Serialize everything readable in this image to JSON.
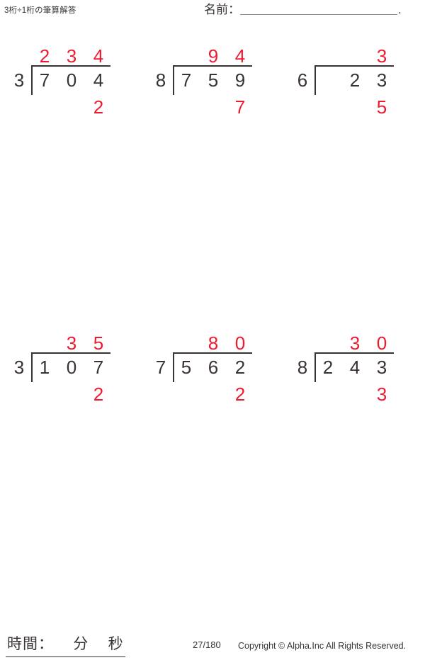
{
  "header": {
    "title": "3桁÷1桁の筆算解答",
    "name_label": "名前：",
    "name_value": "",
    "name_trailing_dot": "."
  },
  "colors": {
    "answer_red": "#ee1b2e",
    "ink_dark": "#3a3333",
    "rule_grey": "#8a8a8a",
    "background": "#ffffff"
  },
  "problems": [
    {
      "index": 1,
      "divisor": "3",
      "dividend_digits": [
        "7",
        "0",
        "4"
      ],
      "quotient_digits": [
        "2",
        "3",
        "4"
      ],
      "remainder": "2",
      "dividend": "704",
      "quotient": "234"
    },
    {
      "index": 2,
      "divisor": "8",
      "dividend_digits": [
        "7",
        "5",
        "9"
      ],
      "quotient_digits": [
        "",
        "9",
        "4"
      ],
      "remainder": "7",
      "dividend": "759",
      "quotient": "94"
    },
    {
      "index": 3,
      "divisor": "6",
      "dividend_digits": [
        "",
        "2",
        "3"
      ],
      "quotient_digits": [
        "",
        "",
        "3"
      ],
      "remainder": "5",
      "dividend": "23",
      "quotient": "3"
    },
    {
      "index": 4,
      "divisor": "3",
      "dividend_digits": [
        "1",
        "0",
        "7"
      ],
      "quotient_digits": [
        "",
        "3",
        "5"
      ],
      "remainder": "2",
      "dividend": "107",
      "quotient": "35"
    },
    {
      "index": 5,
      "divisor": "7",
      "dividend_digits": [
        "5",
        "6",
        "2"
      ],
      "quotient_digits": [
        "",
        "8",
        "0"
      ],
      "remainder": "2",
      "dividend": "562",
      "quotient": "80"
    },
    {
      "index": 6,
      "divisor": "8",
      "dividend_digits": [
        "2",
        "4",
        "3"
      ],
      "quotient_digits": [
        "",
        "3",
        "0"
      ],
      "remainder": "3",
      "dividend": "243",
      "quotient": "30"
    }
  ],
  "footer": {
    "time_label": "時間：    分    秒",
    "page_number": "27/180",
    "copyright": "Copyright © Alpha.Inc All Rights Reserved."
  }
}
